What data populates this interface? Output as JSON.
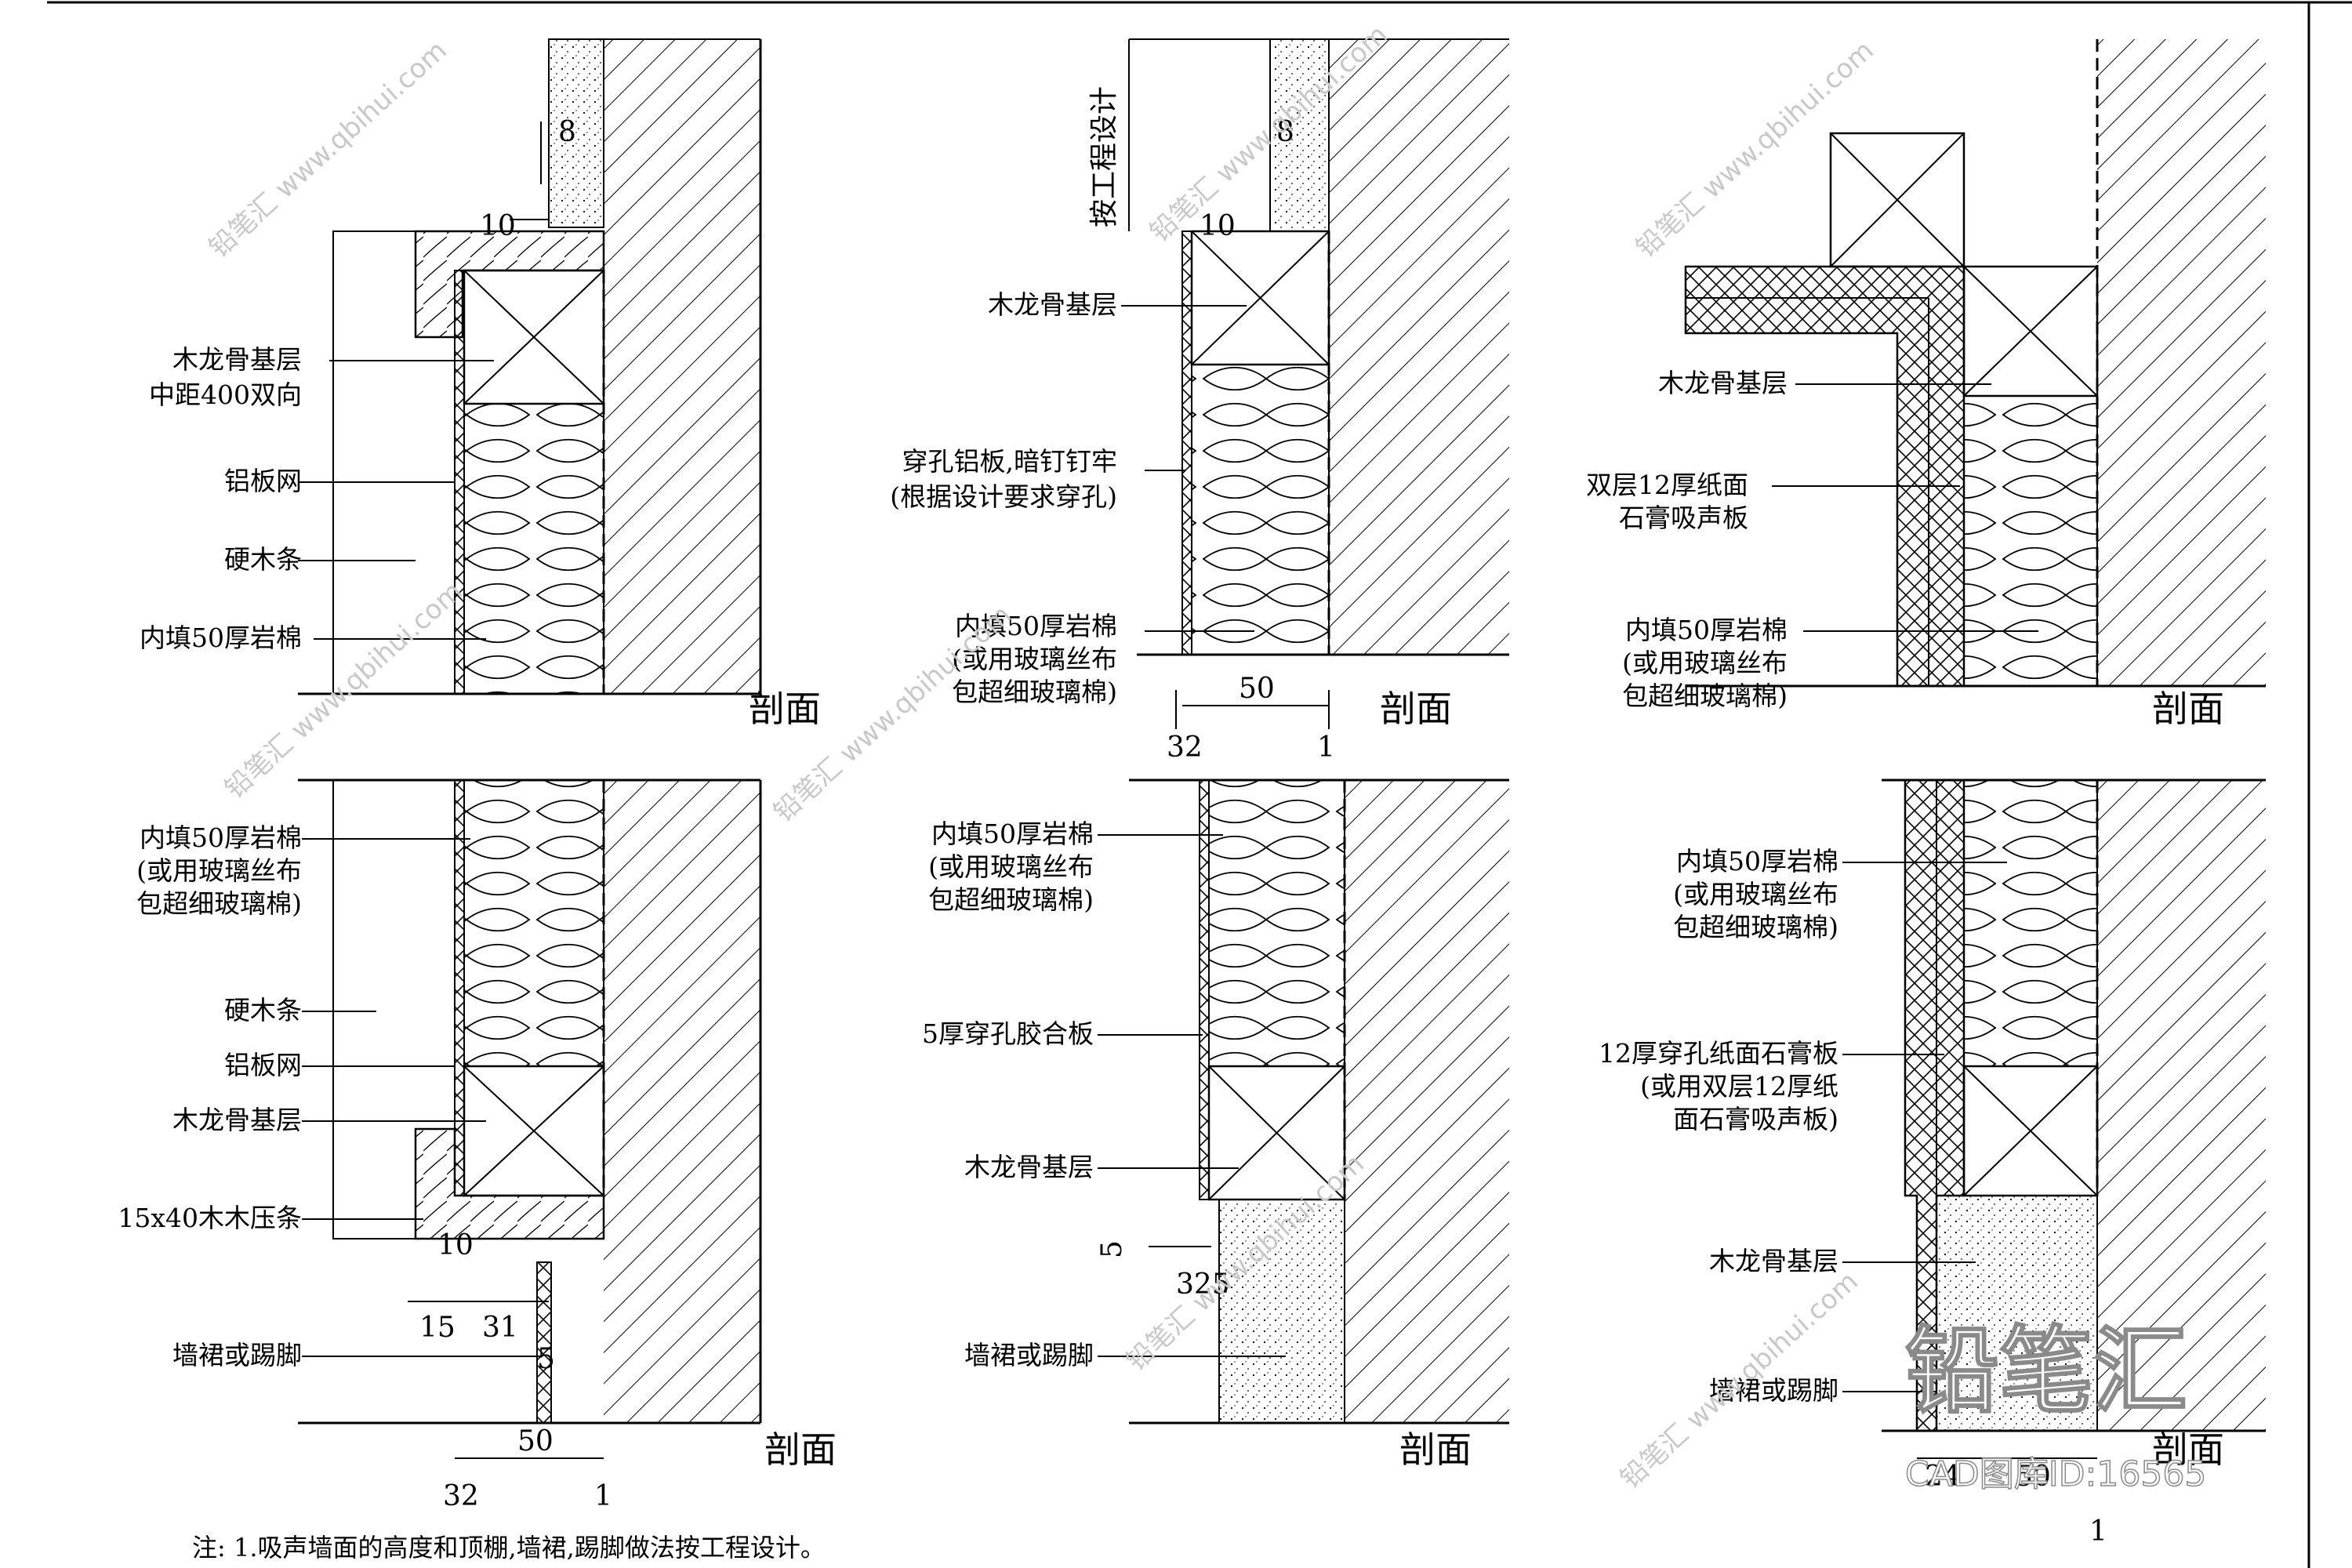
{
  "labels": {
    "p1": {
      "a": "木龙骨基层",
      "b": "中距400双向",
      "c": "铝板网",
      "d": "硬木条",
      "e": "内填50厚岩棉"
    },
    "p2": {
      "a": "木龙骨基层",
      "b": "穿孔铝板,暗钉钉牢",
      "c": "(根据设计要求穿孔)",
      "d": "内填50厚岩棉",
      "e": "(或用玻璃丝布",
      "f": "包超细玻璃棉)"
    },
    "p3": {
      "a": "木龙骨基层",
      "b": "双层12厚纸面",
      "c": "石膏吸声板",
      "d": "内填50厚岩棉",
      "e": "(或用玻璃丝布",
      "f": "包超细玻璃棉)"
    },
    "p4": {
      "a": "内填50厚岩棉",
      "b": "(或用玻璃丝布",
      "c": "包超细玻璃棉)",
      "d": "硬木条",
      "e": "铝板网",
      "f": "木龙骨基层",
      "g": "15x40木木压条",
      "h": "墙裙或踢脚"
    },
    "p5": {
      "a": "内填50厚岩棉",
      "b": "(或用玻璃丝布",
      "c": "包超细玻璃棉)",
      "d": "5厚穿孔胶合板",
      "e": "木龙骨基层",
      "f": "墙裙或踢脚"
    },
    "p6": {
      "a": "内填50厚岩棉",
      "b": "(或用玻璃丝布",
      "c": "包超细玻璃棉)",
      "d": "12厚穿孔纸面石膏板",
      "e": "(或用双层12厚纸",
      "f": "面石膏吸声板)",
      "g": "木龙骨基层",
      "h": "墙裙或踢脚"
    }
  },
  "dims": {
    "p1": {
      "a": "8",
      "b": "10"
    },
    "p2": {
      "a": "按工程设计",
      "b": "8",
      "c": "10",
      "d": "50",
      "e": "32",
      "f": "1"
    },
    "p4": {
      "a": "10",
      "b": "15",
      "c": "31",
      "d": "5",
      "e": "50",
      "f": "32",
      "g": "1"
    },
    "p5": {
      "a": "5",
      "b": "325"
    },
    "p6": {
      "a": "24",
      "b": "50",
      "c": "1"
    }
  },
  "section_label": "剖面",
  "note": "注: 1.吸声墙面的高度和顶棚,墙裙,踢脚做法按工程设计。",
  "watermark": {
    "text": "铅笔汇 www.qbihui.com",
    "brand": "铅笔汇",
    "id": "CAD图库ID:16565"
  }
}
